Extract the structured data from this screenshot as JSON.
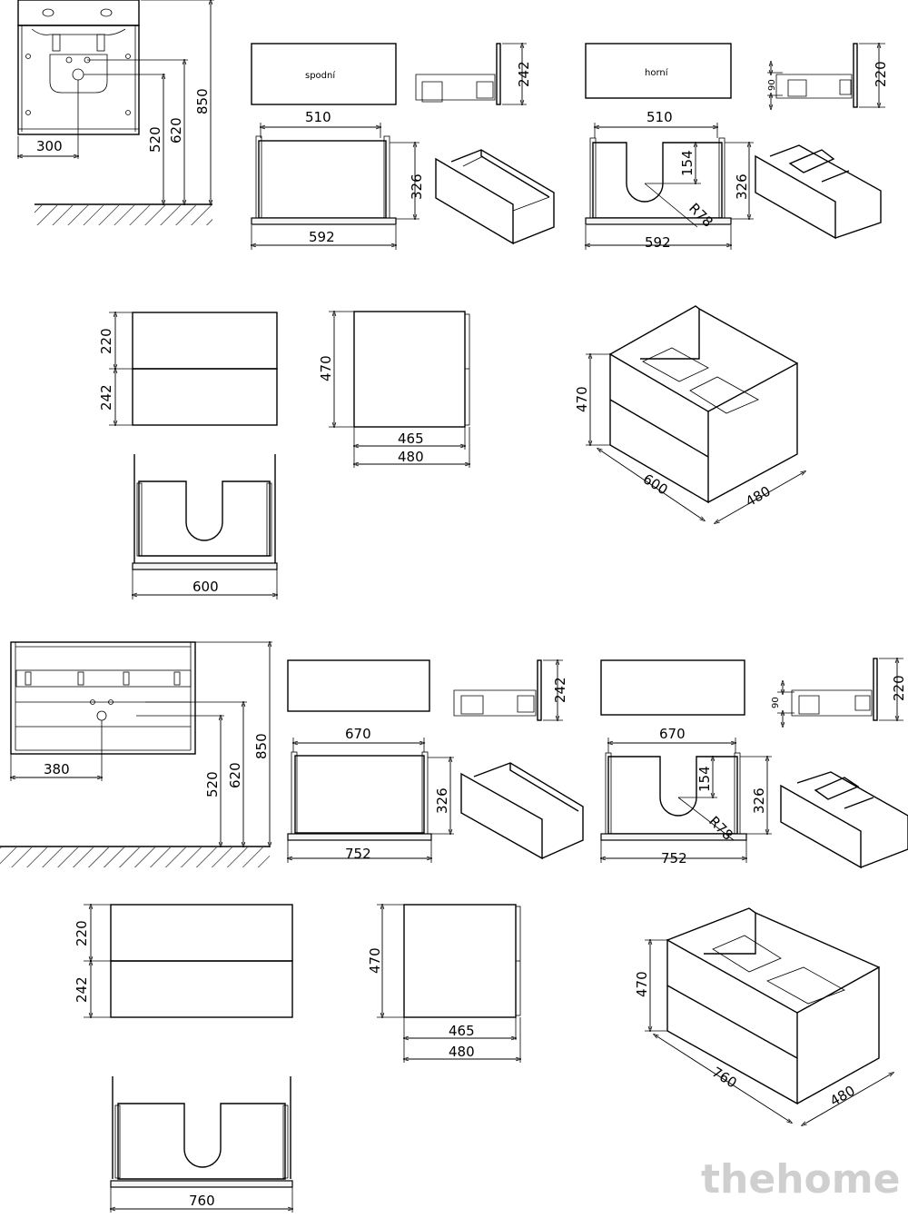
{
  "set600": {
    "wall": {
      "sink_offset": "300",
      "h_drain": "520",
      "h_inlet": "620",
      "h_total": "850"
    },
    "bottom_drawer": {
      "label": "spodní",
      "front_height": "242",
      "inner_width": "510",
      "depth": "326",
      "outer_width": "592"
    },
    "top_drawer": {
      "label": "horní",
      "side_offset": "90",
      "front_height": "220",
      "inner_width": "510",
      "depth": "326",
      "outer_width": "592",
      "cutout_depth": "154",
      "radius": "R78"
    },
    "front": {
      "top_height": "220",
      "bottom_height": "242"
    },
    "side": {
      "height": "470",
      "inner_depth": "465",
      "outer_depth": "480"
    },
    "iso": {
      "height": "470",
      "width": "600",
      "depth": "480"
    },
    "plan": {
      "width": "600"
    }
  },
  "set760": {
    "wall": {
      "sink_offset": "380",
      "h_drain": "520",
      "h_inlet": "620",
      "h_total": "850"
    },
    "bottom_drawer": {
      "front_height": "242",
      "inner_width": "670",
      "depth": "326",
      "outer_width": "752"
    },
    "top_drawer": {
      "side_offset": "90",
      "front_height": "220",
      "inner_width": "670",
      "depth": "326",
      "outer_width": "752",
      "cutout_depth": "154",
      "radius": "R78"
    },
    "front": {
      "top_height": "220",
      "bottom_height": "242"
    },
    "side": {
      "height": "470",
      "inner_depth": "465",
      "outer_depth": "480"
    },
    "iso": {
      "height": "470",
      "width": "760",
      "depth": "480"
    },
    "plan": {
      "width": "760"
    }
  },
  "watermark": "thehome"
}
